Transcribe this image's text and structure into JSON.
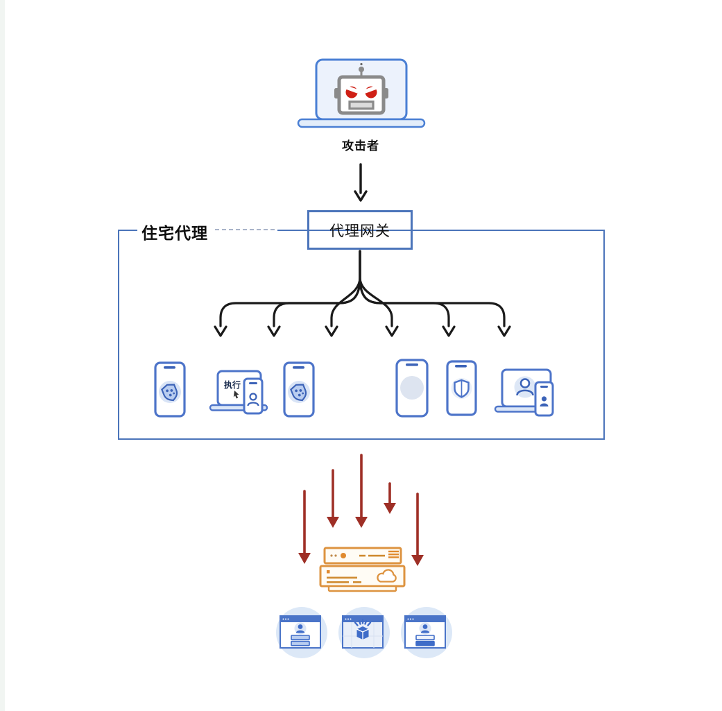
{
  "attacker": {
    "label": "攻击者",
    "icon": "robot-laptop-icon"
  },
  "gateway": {
    "label": "代理网关"
  },
  "proxy_network": {
    "label": "住宅代理",
    "devices": [
      {
        "icon": "phone-shield-dots-icon"
      },
      {
        "icon": "laptop-cursor-phone-icon",
        "screen_text": "执行"
      },
      {
        "icon": "phone-shield-dots-icon"
      },
      {
        "icon": "phone-blank-icon"
      },
      {
        "icon": "phone-shield-outline-icon"
      },
      {
        "icon": "laptop-user-phone-icon"
      }
    ]
  },
  "target": {
    "server_icon": "server-stack-cloud-icon",
    "sites": [
      {
        "icon": "browser-login-icon"
      },
      {
        "icon": "browser-package-icon"
      },
      {
        "icon": "browser-login-icon"
      }
    ]
  },
  "colors": {
    "box_border_blue": "#4b74ba",
    "device_blue": "#4d74c9",
    "device_accent_blue": "#3c63b8",
    "black_arrow": "#1a1a1a",
    "red_arrow": "#9e2f26",
    "server_orange": "#dd9340",
    "server_fill_orange": "#e08a2e",
    "browser_blue": "#4a74c8",
    "robot_gray": "#8a8a8a",
    "robot_eye_red": "#cf2016",
    "light_blue_fill": "#dce8f7"
  }
}
